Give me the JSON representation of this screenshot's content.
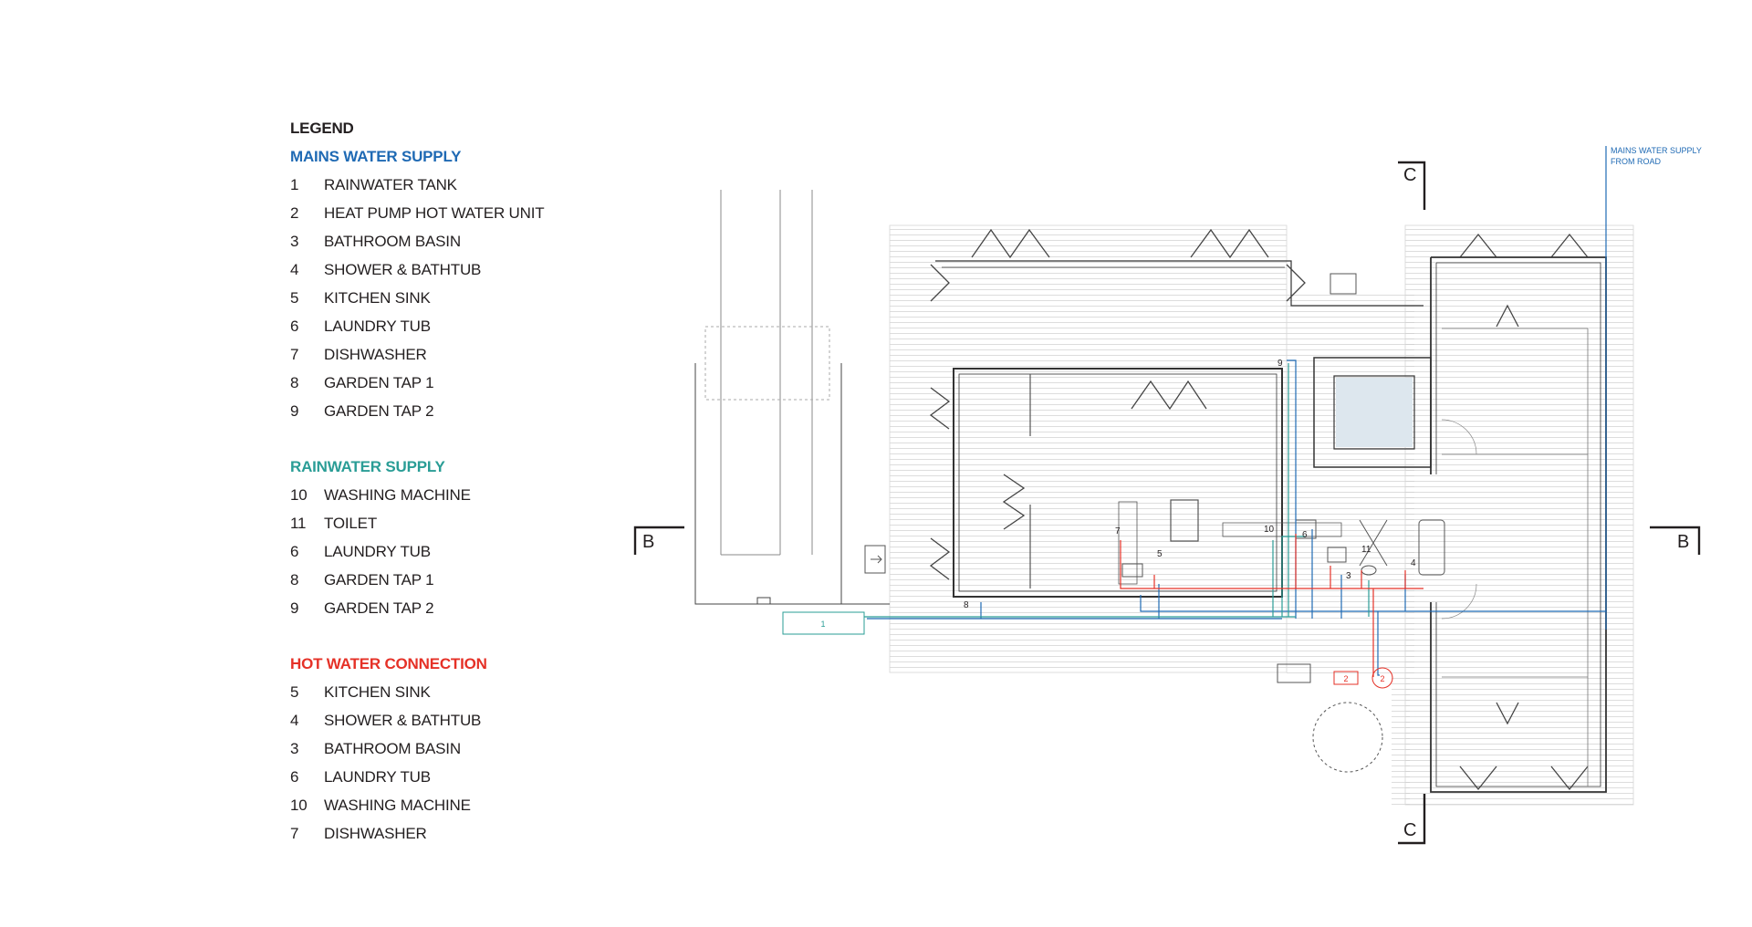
{
  "legend": {
    "title": "LEGEND",
    "groups": [
      {
        "title": "MAINS WATER SUPPLY",
        "color": "#1f6ab4",
        "items": [
          {
            "num": "1",
            "label": "RAINWATER TANK"
          },
          {
            "num": "2",
            "label": "HEAT PUMP HOT WATER UNIT"
          },
          {
            "num": "3",
            "label": "BATHROOM BASIN"
          },
          {
            "num": "4",
            "label": "SHOWER & BATHTUB"
          },
          {
            "num": "5",
            "label": "KITCHEN SINK"
          },
          {
            "num": "6",
            "label": "LAUNDRY TUB"
          },
          {
            "num": "7",
            "label": "DISHWASHER"
          },
          {
            "num": "8",
            "label": "GARDEN TAP 1"
          },
          {
            "num": "9",
            "label": "GARDEN TAP 2"
          }
        ]
      },
      {
        "title": "RAINWATER SUPPLY",
        "color": "#2a9d96",
        "items": [
          {
            "num": "10",
            "label": "WASHING MACHINE"
          },
          {
            "num": "11",
            "label": "TOILET"
          },
          {
            "num": "6",
            "label": "LAUNDRY TUB"
          },
          {
            "num": "8",
            "label": "GARDEN TAP 1"
          },
          {
            "num": "9",
            "label": "GARDEN TAP 2"
          }
        ]
      },
      {
        "title": "HOT WATER CONNECTION",
        "color": "#e53127",
        "items": [
          {
            "num": "5",
            "label": "KITCHEN SINK"
          },
          {
            "num": "4",
            "label": "SHOWER & BATHTUB"
          },
          {
            "num": "3",
            "label": "BATHROOM BASIN"
          },
          {
            "num": "6",
            "label": "LAUNDRY TUB"
          },
          {
            "num": "10",
            "label": "WASHING MACHINE"
          },
          {
            "num": "7",
            "label": "DISHWASHER"
          }
        ]
      }
    ]
  },
  "plan": {
    "section_markers": {
      "c_top": "C",
      "c_bottom": "C",
      "b_left": "B",
      "b_right": "B"
    },
    "mains_note_line1": "MAINS WATER SUPPLY",
    "mains_note_line2": "FROM ROAD",
    "fixture_labels": {
      "tank": "1",
      "heat_pump_box": "2",
      "heat_pump_circle": "2",
      "basin": "3",
      "shower": "4",
      "kitchen_sink": "5",
      "laundry": "6",
      "dishwasher": "7",
      "garden_tap_1": "8",
      "garden_tap_2": "9",
      "washing_machine": "10",
      "toilet": "11"
    }
  },
  "colors": {
    "mains": "#1f6ab4",
    "rainwater": "#2a9d96",
    "hot": "#e53127",
    "ink": "#231f20"
  }
}
